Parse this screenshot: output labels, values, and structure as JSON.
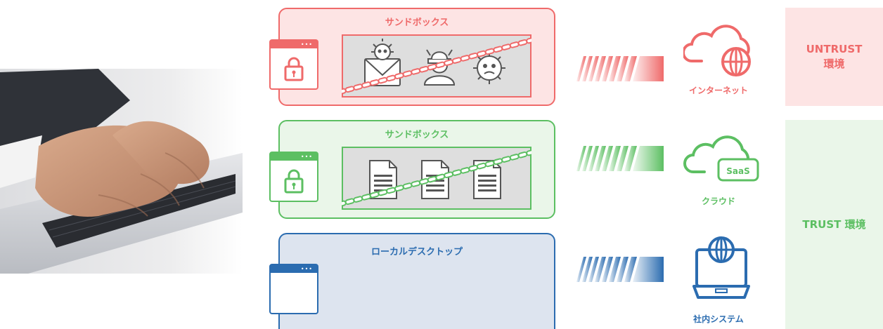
{
  "rows": {
    "sandbox_untrust": {
      "title": "サンドボックス"
    },
    "sandbox_trust": {
      "title": "サンドボックス"
    },
    "local": {
      "title": "ローカルデスクトップ"
    }
  },
  "destinations": {
    "internet": {
      "label": "インターネット",
      "icon": "globe-cloud-icon"
    },
    "cloud": {
      "label": "クラウド",
      "icon": "saas-cloud-icon",
      "badge": "SaaS"
    },
    "internal": {
      "label": "社内システム",
      "icon": "monitor-globe-icon"
    }
  },
  "environments": {
    "untrust": {
      "line1": "UNTRUST",
      "line2": "環境"
    },
    "trust": {
      "label": "TRUST 環境"
    }
  },
  "colors": {
    "untrust": "#ef6a6a",
    "trust": "#5cbf62",
    "local": "#2b6cb0",
    "untrust_bg": "#fde4e4",
    "trust_bg": "#eaf6e9",
    "local_bg": "#dde4ef"
  }
}
